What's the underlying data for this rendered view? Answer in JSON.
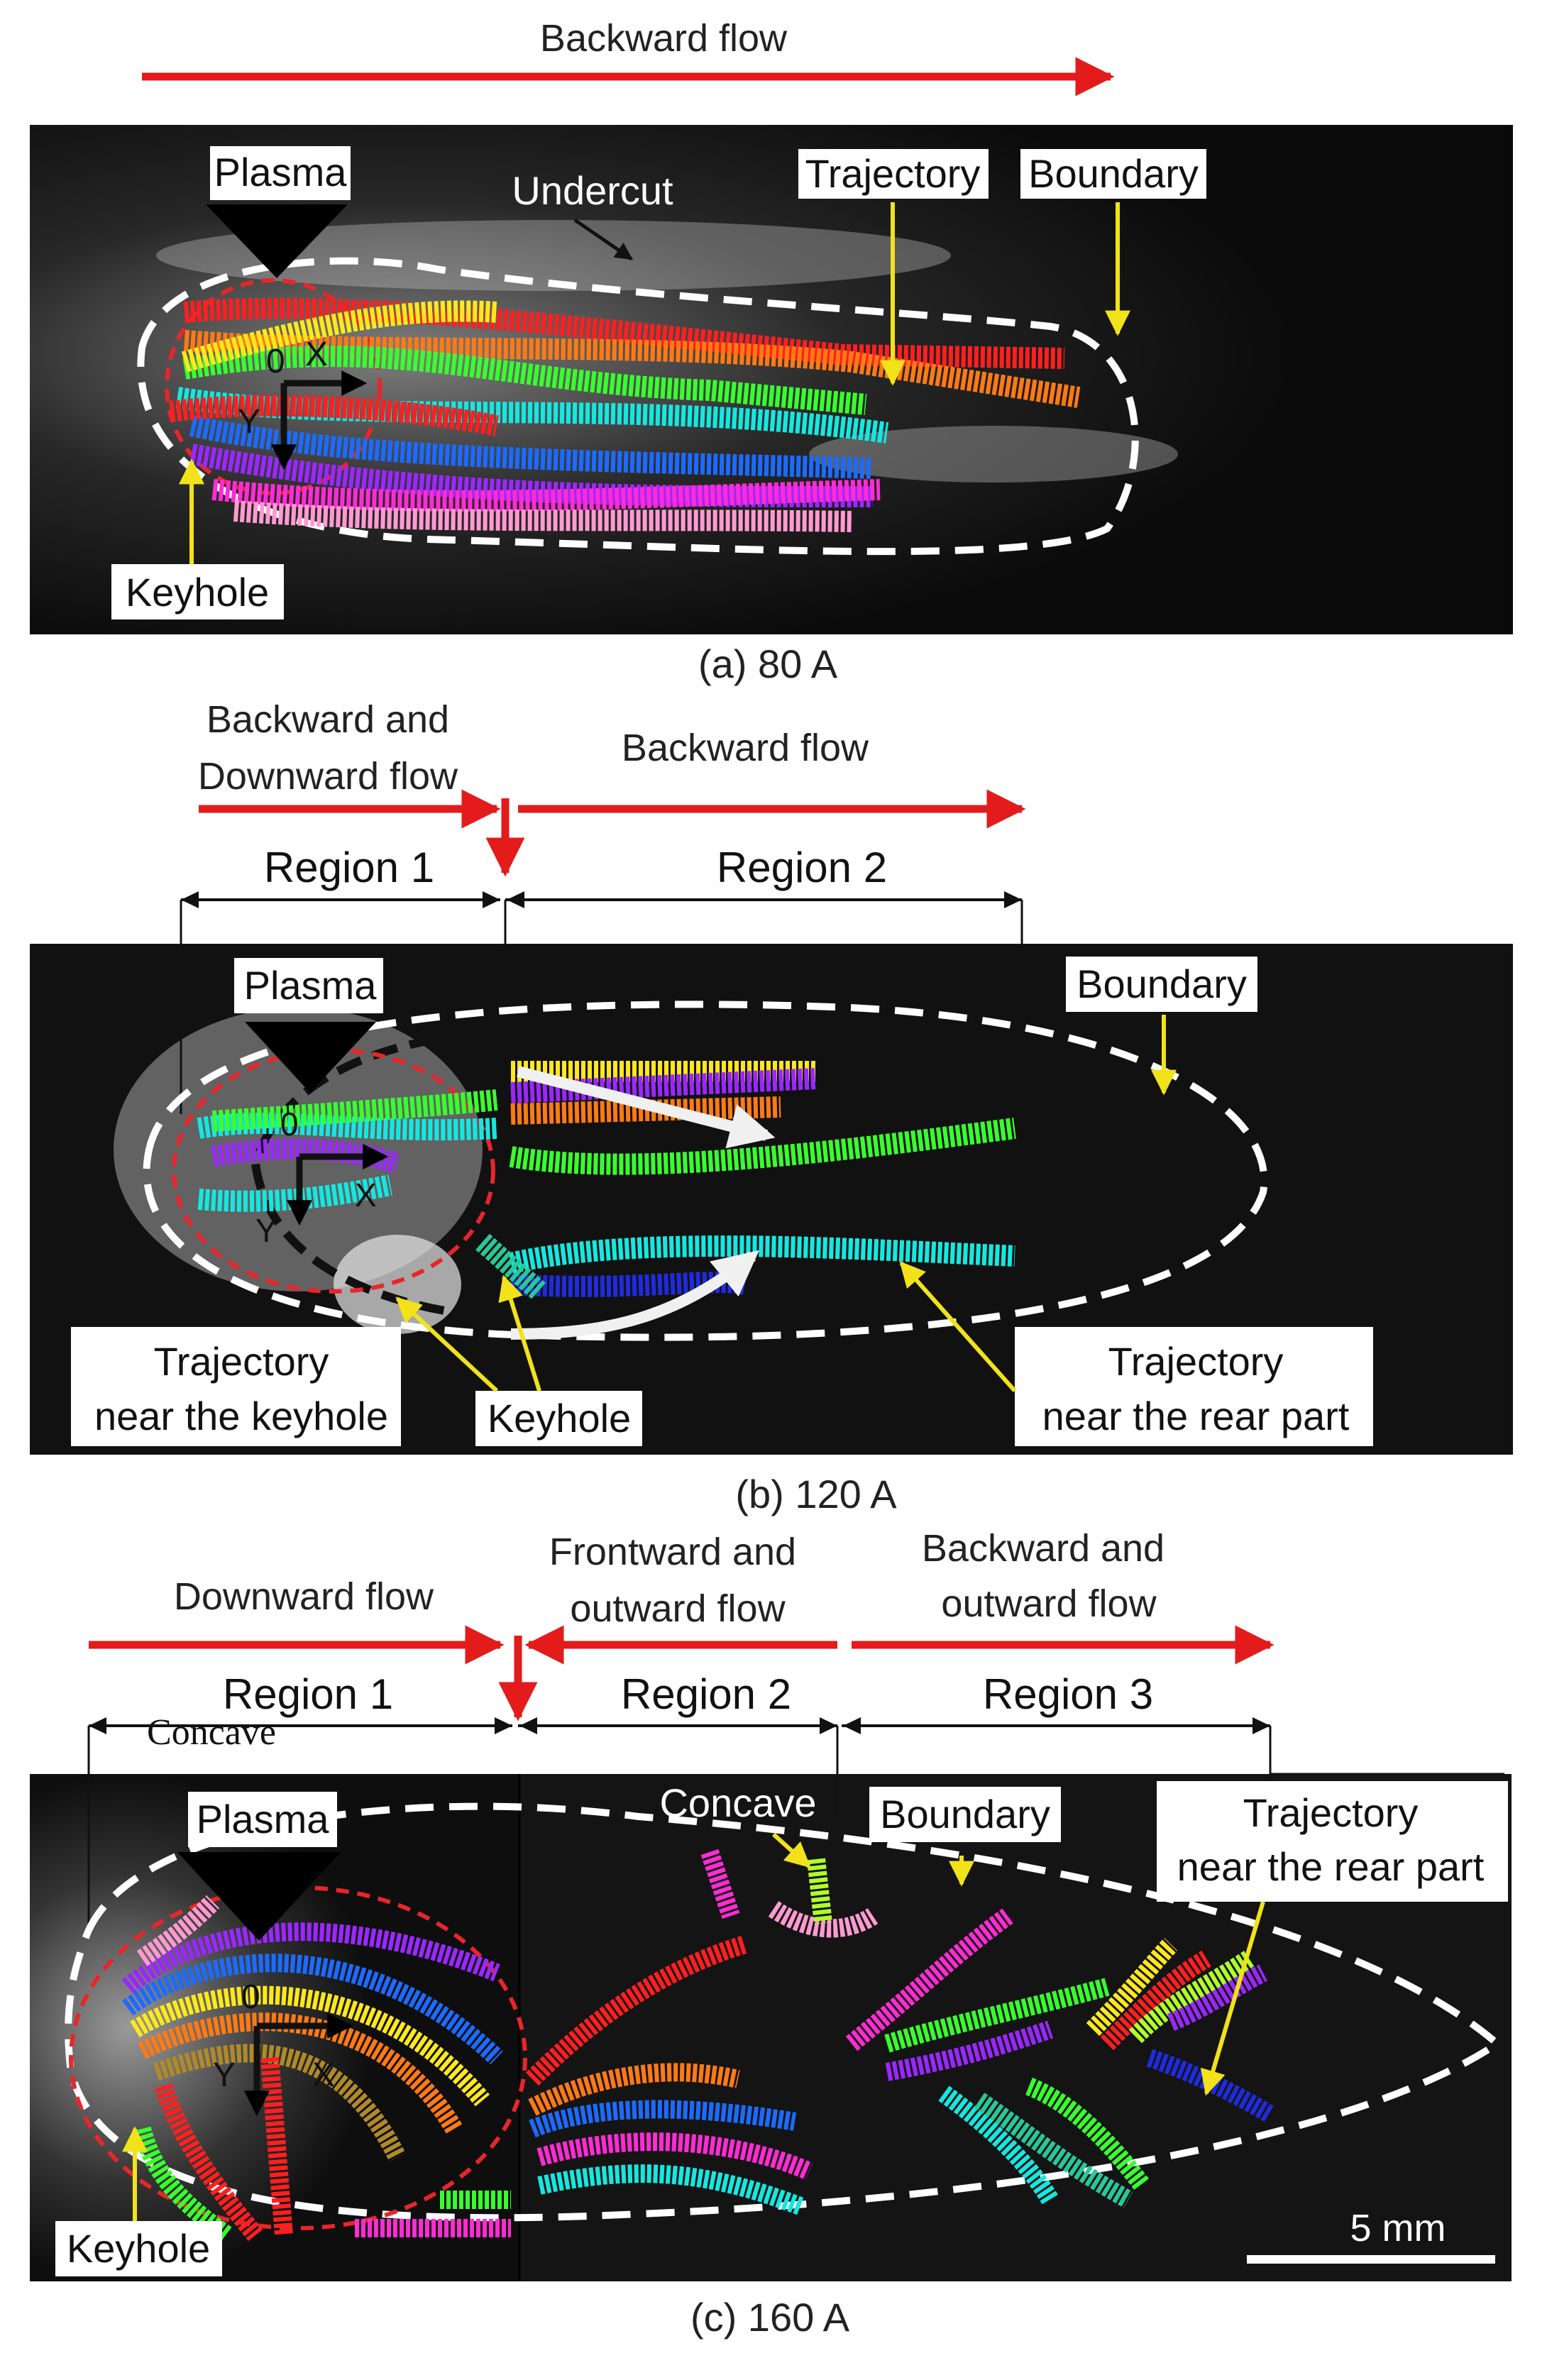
{
  "colors": {
    "flow_arrow": "#e31b1b",
    "leader": "#f2e21a",
    "boundary": "#ffffff",
    "keyhole_outline": "#e8262a",
    "plasma_arrow": "#000000",
    "panel_bg": "#0c0c0c",
    "traces": [
      "#ff1f1f",
      "#ff7a14",
      "#ffe81c",
      "#38ff2e",
      "#14e8e0",
      "#1c6bff",
      "#1f2bdc",
      "#9b27ff",
      "#ff2bd4",
      "#ff9ad0",
      "#b0ff2a",
      "#29c79a"
    ]
  },
  "panels": [
    {
      "caption": "(a) 80 A",
      "flow_labels": [
        {
          "text": "Backward flow"
        }
      ],
      "annotations": {
        "plasma": "Plasma",
        "undercut": "Undercut",
        "trajectory": "Trajectory",
        "boundary": "Boundary",
        "keyhole": "Keyhole"
      },
      "axes": {
        "origin": "0",
        "x": "X",
        "y": "Y"
      }
    },
    {
      "caption": "(b) 120 A",
      "flow_labels": [
        {
          "line1": "Backward and",
          "line2": "Downward flow"
        },
        {
          "text": "Backward flow"
        }
      ],
      "regions": [
        "Region 1",
        "Region 2"
      ],
      "annotations": {
        "plasma": "Plasma",
        "boundary": "Boundary",
        "trajectory_keyhole_line1": "Trajectory",
        "trajectory_keyhole_line2": "near the keyhole",
        "keyhole": "Keyhole",
        "trajectory_rear_line1": "Trajectory",
        "trajectory_rear_line2": "near the rear part"
      },
      "axes": {
        "origin": "0",
        "x": "X",
        "y": "Y"
      }
    },
    {
      "caption": "(c) 160 A",
      "flow_labels": [
        {
          "text": "Downward flow"
        },
        {
          "line1": "Frontward and",
          "line2": "outward  flow"
        },
        {
          "line1": "Backward  and",
          "line2": "outward flow"
        }
      ],
      "regions": [
        "Region 1",
        "Region 2",
        "Region 3"
      ],
      "annotations": {
        "concave_overlap": "Concave",
        "plasma": "Plasma",
        "concave": "Concave",
        "boundary": "Boundary",
        "trajectory_rear_line1": "Trajectory",
        "trajectory_rear_line2": "near the rear part",
        "keyhole": "Keyhole"
      },
      "axes": {
        "origin": "0",
        "x": "X",
        "y": "Y"
      },
      "scale_bar": "5 mm"
    }
  ]
}
